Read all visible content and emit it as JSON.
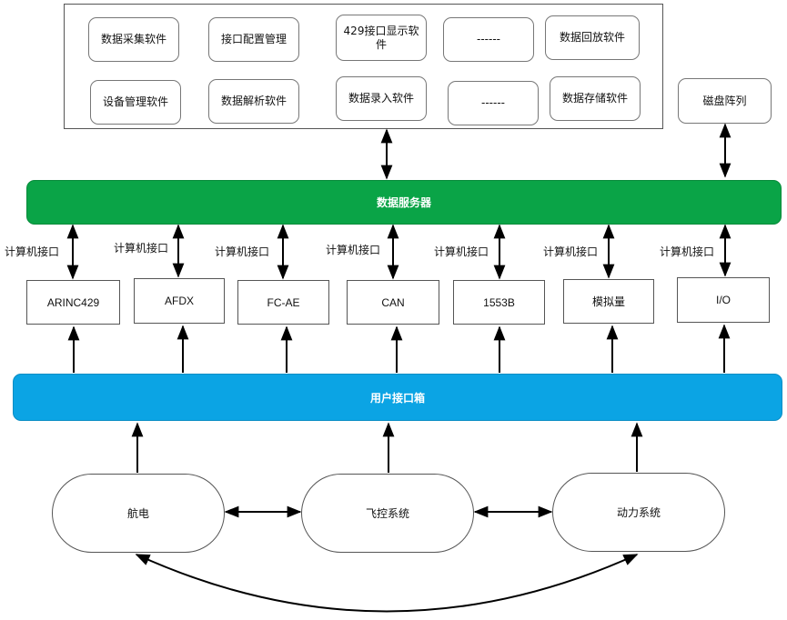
{
  "software_panel": {
    "row1": [
      "数据采集软件",
      "接口配置管理",
      "429接口显示软件",
      "------",
      "数据回放软件"
    ],
    "row2": [
      "设备管理软件",
      "数据解析软件",
      "数据录入软件",
      "------",
      "数据存储软件"
    ]
  },
  "disk_array": "磁盘阵列",
  "data_server": "数据服务器",
  "interface_label": "计算机接口",
  "interfaces": [
    "ARINC429",
    "AFDX",
    "FC-AE",
    "CAN",
    "1553B",
    "模拟量",
    "I/O"
  ],
  "user_interface_box": "用户接口箱",
  "systems": [
    "航电",
    "飞控系统",
    "动力系统"
  ],
  "colors": {
    "server_bus": "#0aa447",
    "user_bus": "#0ba4e4"
  }
}
